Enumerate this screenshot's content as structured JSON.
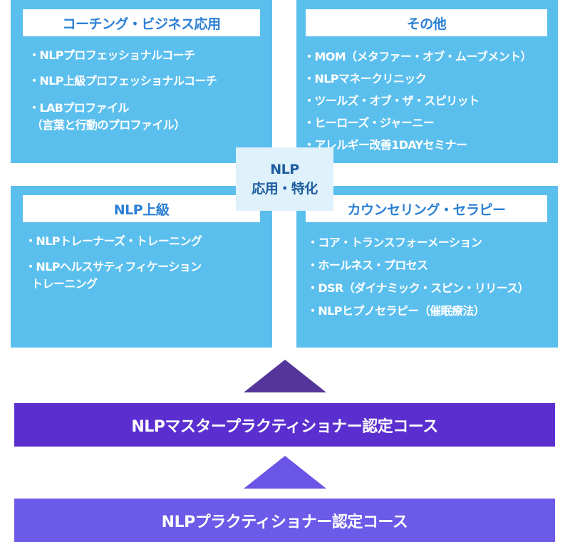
{
  "quadrants": {
    "coaching": {
      "title": "コーチング・ビジネス応用",
      "items": [
        "・NLPプロフェッショナルコーチ",
        "・NLP上級プロフェッショナルコーチ",
        "・LABプロファイル",
        "（言葉と行動のプロファイル）"
      ]
    },
    "other": {
      "title": "その他",
      "items": [
        "・MOM（メタファー・オブ・ムーブメント）",
        "・NLPマネークリニック",
        "・ツールズ・オブ・ザ・スピリット",
        "・ヒーローズ・ジャーニー",
        "・アレルギー改善1DAYセミナー"
      ]
    },
    "advanced": {
      "title": "NLP上級",
      "items": [
        "・NLPトレーナーズ・トレーニング",
        "・NLPヘルスサティフィケーション",
        "トレーニング"
      ]
    },
    "counseling": {
      "title": "カウンセリング・セラピー",
      "items": [
        "・コア・トランスフォーメーション",
        "・ホールネス・プロセス",
        "・DSR（ダイナミック・スピン・リリース）",
        "・NLPヒプノセラピー（催眠療法）"
      ]
    }
  },
  "center": {
    "line1": "NLP",
    "line2": "応用・特化"
  },
  "levels": {
    "master": "NLPマスタープラクティショナー認定コース",
    "practitioner": "NLPプラクティショナー認定コース"
  },
  "colors": {
    "quadrant_bg": "#5bbfee",
    "header_text": "#2a7fd4",
    "center_bg": "#dff1fb",
    "master_bar": "#5b2fcf",
    "practitioner_bar": "#6c5ae8",
    "arrow_top": "#54359a",
    "arrow_bottom": "#6b55e6"
  }
}
